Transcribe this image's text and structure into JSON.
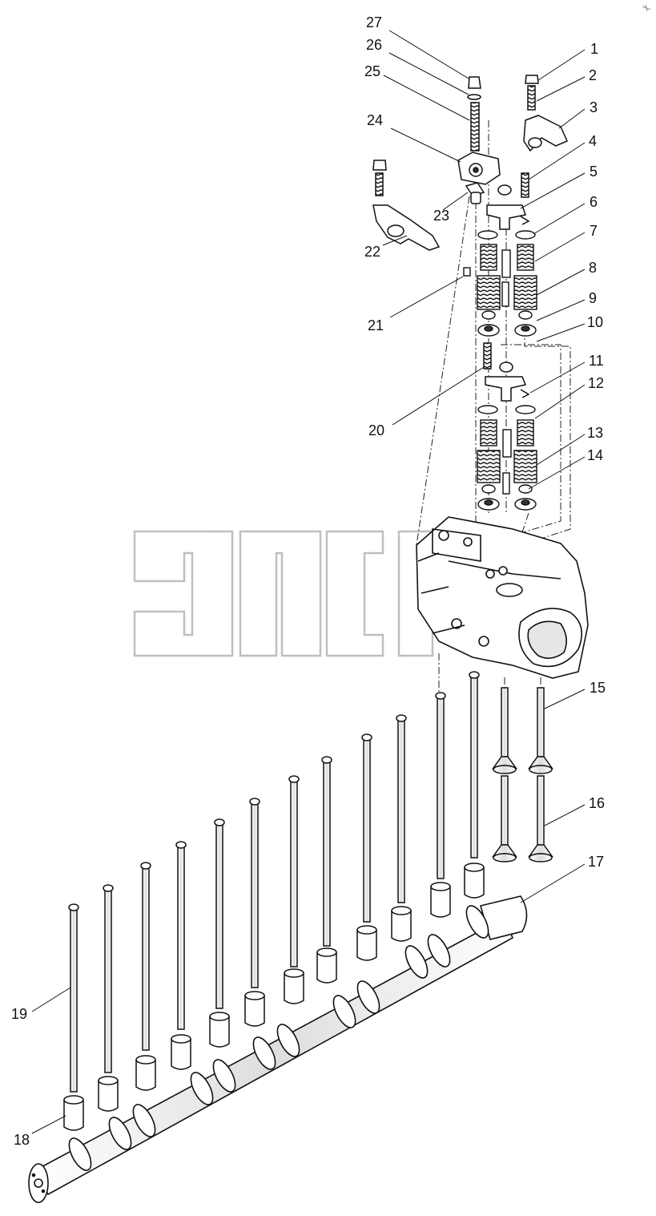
{
  "diagram": {
    "watermark": "ЭПС",
    "callouts": [
      "1",
      "2",
      "3",
      "4",
      "5",
      "6",
      "7",
      "8",
      "9",
      "10",
      "11",
      "12",
      "13",
      "14",
      "15",
      "16",
      "17",
      "18",
      "19",
      "20",
      "21",
      "22",
      "23",
      "24",
      "25",
      "26",
      "27"
    ]
  }
}
